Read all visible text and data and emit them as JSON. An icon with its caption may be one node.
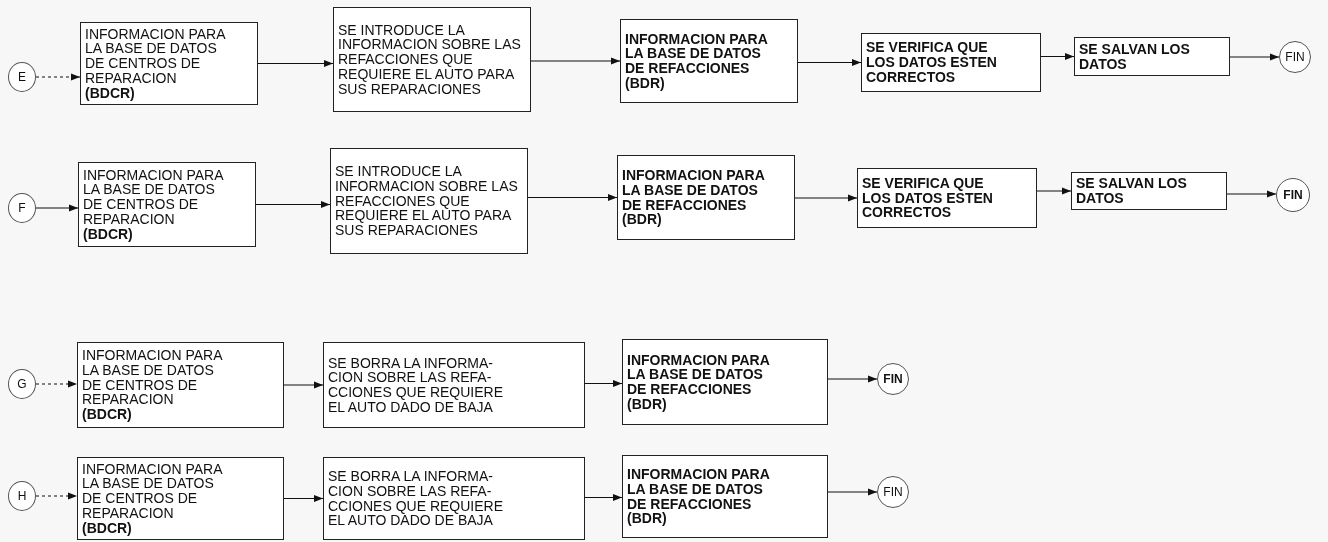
{
  "diagram": {
    "nodes": [
      {
        "text": [
          "E"
        ]
      },
      {
        "text": [
          "INFORMACION PARA LA  BASE DE DATOS DE CENTROS DE REPARACION **(BDCR)**"
        ]
      },
      {
        "text": [
          "SE INTRODUCE LA INFORMACION SOBRE LAS REFACCIONES QUE REQUIERE EL AUTO PARA SUS REPARACIONES"
        ]
      },
      {
        "text": [
          "INFORMACION PARA LA  BASE DE DATOS DE REFACCIONES (BDR)"
        ]
      },
      {
        "text": [
          "SE VERIFICA QUE LOS DATOS ESTEN CORRECTOS"
        ]
      },
      {
        "text": [
          "SE SALVAN LOS DATOS"
        ]
      },
      {
        "text": [
          "FIN"
        ]
      },
      {
        "text": [
          "F"
        ]
      },
      {
        "text": [
          "INFORMACION PARA LA  BASE DE DATOS DE CENTROS DE REPARACION **(BDCR)**"
        ]
      },
      {
        "text": [
          "SE INTRODUCE LA INFORMACION SOBRE LAS REFACCIONES QUE REQUIERE EL AUTO PARA SUS REPARACIONES"
        ]
      },
      {
        "text": [
          "INFORMACION PARA LA  BASE DE DATOS DE REFACCIONES (BDR)"
        ]
      },
      {
        "text": [
          "SE VERIFICA QUE LOS DATOS ESTEN CORRECTOS"
        ]
      },
      {
        "text": [
          "SE SALVAN LOS DATOS"
        ]
      },
      {
        "text": [
          "FIN"
        ]
      },
      {
        "text": [
          "G"
        ]
      },
      {
        "text": [
          "INFORMACION PARA LA  BASE DE DATOS DE CENTROS DE REPARACION **(BDCR)**"
        ]
      },
      {
        "text": [
          "SE BORRA LA INFORMA- CION SOBRE LAS REFA- CCIONES QUE REQUIERE EL AUTO DADO DE BAJA"
        ]
      },
      {
        "text": [
          "INFORMACION PARA LA  BASE DE DATOS DE REFACCIONES (BDR)"
        ]
      },
      {
        "text": [
          "FIN"
        ]
      },
      {
        "text": [
          "H"
        ]
      },
      {
        "text": [
          "INFORMACION PARA LA  BASE DE DATOS DE CENTROS DE REPARACION **(BDCR)**"
        ]
      },
      {
        "text": [
          "SE BORRA LA INFORMA- CION SOBRE LAS REFA- CCIONES QUE REQUIERE EL AUTO DADO DE BAJA"
        ]
      },
      {
        "text": [
          "INFORMACION PARA LA  BASE DE DATOS DE REFACCIONES (BDR)"
        ]
      },
      {
        "text": [
          "FIN"
        ]
      }
    ],
    "edges": [
      {
        "from": 0,
        "to": 1,
        "arrow": "to",
        "style": "dashed"
      },
      {
        "from": 1,
        "to": 2,
        "arrow": "to"
      },
      {
        "from": 2,
        "to": 3,
        "arrow": "to"
      },
      {
        "from": 3,
        "to": 4,
        "arrow": "to"
      },
      {
        "from": 4,
        "to": 5,
        "arrow": "to"
      },
      {
        "from": 5,
        "to": 6,
        "arrow": "to"
      },
      {
        "from": 7,
        "to": 8,
        "arrow": "to"
      },
      {
        "from": 8,
        "to": 9,
        "arrow": "to"
      },
      {
        "from": 9,
        "to": 10,
        "arrow": "to"
      },
      {
        "from": 10,
        "to": 11,
        "arrow": "to"
      },
      {
        "from": 11,
        "to": 12,
        "arrow": "to"
      },
      {
        "from": 12,
        "to": 13,
        "arrow": "to"
      },
      {
        "from": 14,
        "to": 15,
        "arrow": "to",
        "style": "dashed"
      },
      {
        "from": 15,
        "to": 16,
        "arrow": "to"
      },
      {
        "from": 16,
        "to": 17,
        "arrow": "to"
      },
      {
        "from": 17,
        "to": 18,
        "arrow": "to"
      },
      {
        "from": 19,
        "to": 20,
        "arrow": "to",
        "style": "dashed"
      },
      {
        "from": 20,
        "to": 21,
        "arrow": "to"
      },
      {
        "from": 21,
        "to": 22,
        "arrow": "to"
      },
      {
        "from": 22,
        "to": 23,
        "arrow": "to"
      }
    ]
  }
}
